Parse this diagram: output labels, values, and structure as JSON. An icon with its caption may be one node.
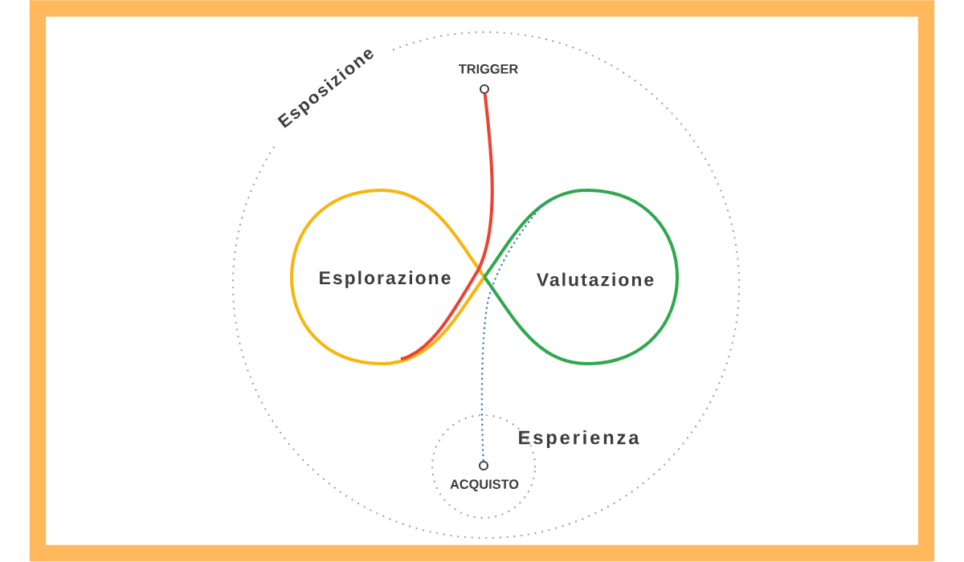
{
  "diagram": {
    "nodes": [
      {
        "text": [
          "Esposizione"
        ]
      },
      {
        "text": [
          "TRIGGER"
        ],
        "in": 0
      },
      {
        "text": [
          "Esplorazione"
        ],
        "in": 0
      },
      {
        "text": [
          "Valutazione"
        ],
        "in": 0
      },
      {
        "text": [
          "Esperienza"
        ],
        "in": 0
      },
      {
        "text": [
          "ACQUISTO"
        ],
        "in": 4
      }
    ],
    "edges": [
      {
        "from": 1,
        "to": 2,
        "arrow": "none",
        "color": "#ea4335"
      },
      {
        "from": 3,
        "to": 5,
        "arrow": "none",
        "style": "dashed",
        "color": "#4f7cc8"
      }
    ]
  }
}
